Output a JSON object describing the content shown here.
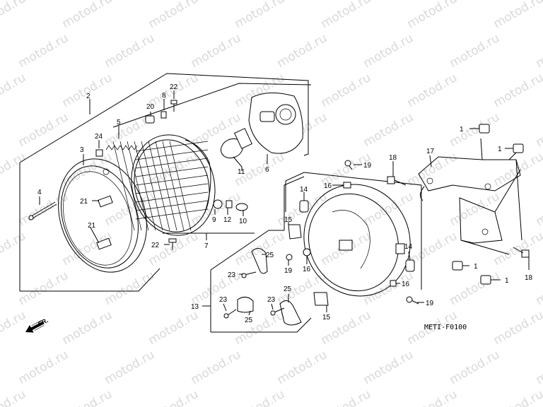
{
  "watermark": "motod.ru",
  "figure_code": "METI-F0100",
  "direction_label": "FR.",
  "callouts": {
    "c1a": "1",
    "c1b": "1",
    "c1c": "1",
    "c1d": "1",
    "c2": "2",
    "c3": "3",
    "c4": "4",
    "c5": "5",
    "c6": "6",
    "c7": "7",
    "c8": "8",
    "c9": "9",
    "c10": "10",
    "c11": "11",
    "c12": "12",
    "c13": "13",
    "c14a": "14",
    "c14b": "14",
    "c15a": "15",
    "c15b": "15",
    "c16a": "16",
    "c16b": "16",
    "c16c": "16",
    "c17": "17",
    "c18a": "18",
    "c18b": "18",
    "c19a": "19",
    "c19b": "19",
    "c19c": "19",
    "c20": "20",
    "c21a": "21",
    "c21b": "21",
    "c22a": "22",
    "c22b": "22",
    "c23a": "23",
    "c23b": "23",
    "c23c": "23",
    "c24": "24",
    "c25a": "25",
    "c25b": "25",
    "c25c": "25"
  }
}
